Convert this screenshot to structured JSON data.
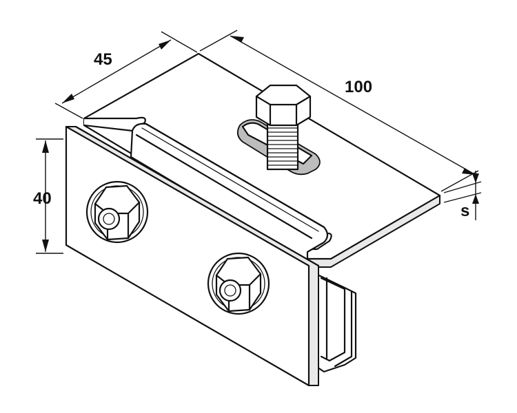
{
  "dimensions": {
    "width_label": "45",
    "length_label": "100",
    "height_label": "40",
    "thickness_label": "s"
  }
}
